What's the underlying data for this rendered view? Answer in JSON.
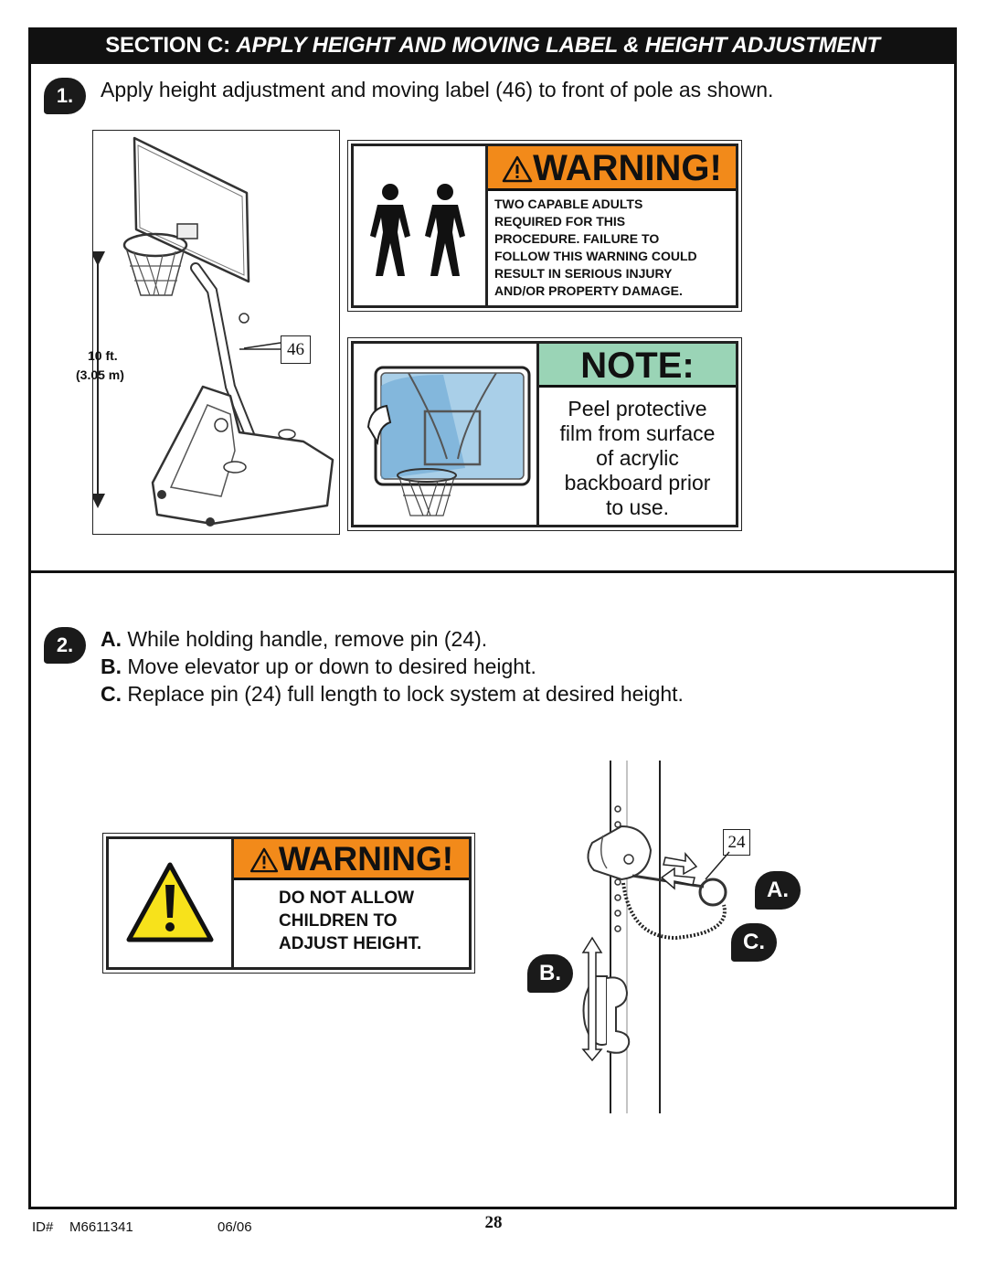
{
  "header": {
    "prefix": "SECTION C:",
    "title": "APPLY HEIGHT AND MOVING LABEL & HEIGHT ADJUSTMENT"
  },
  "step1": {
    "number": "1.",
    "text": "Apply height adjustment and moving label (46) to front of pole as shown.",
    "height_label_ft": "10 ft.",
    "height_label_m": "(3.05 m)",
    "callout": "46"
  },
  "warning1": {
    "title": "WARNING!",
    "lines": [
      "TWO CAPABLE ADULTS",
      "REQUIRED FOR THIS",
      "PROCEDURE. FAILURE TO",
      "FOLLOW THIS WARNING COULD",
      "RESULT IN SERIOUS INJURY",
      "AND/OR PROPERTY DAMAGE."
    ]
  },
  "note": {
    "title": "NOTE:",
    "lines": [
      "Peel protective",
      "film from surface",
      "of acrylic",
      "backboard prior",
      "to use."
    ]
  },
  "step2": {
    "number": "2.",
    "items": [
      {
        "letter": "A.",
        "text": "While holding handle, remove pin (24)."
      },
      {
        "letter": "B.",
        "text": "Move elevator up or down to desired height."
      },
      {
        "letter": "C.",
        "text": "Replace pin (24) full length to lock system at desired height."
      }
    ],
    "callout": "24",
    "badge_a": "A.",
    "badge_b": "B.",
    "badge_c": "C."
  },
  "warning2": {
    "title": "WARNING!",
    "lines": [
      "DO NOT ALLOW",
      "CHILDREN TO",
      "ADJUST HEIGHT."
    ]
  },
  "footer": {
    "id_label": "ID#",
    "id_value": "M6611341",
    "date": "06/06",
    "page": "28"
  },
  "colors": {
    "warning_orange": "#f28a1a",
    "note_green": "#9ad4b6",
    "caution_yellow": "#f7e21b",
    "acrylic_blue": "#a9cfe8"
  }
}
